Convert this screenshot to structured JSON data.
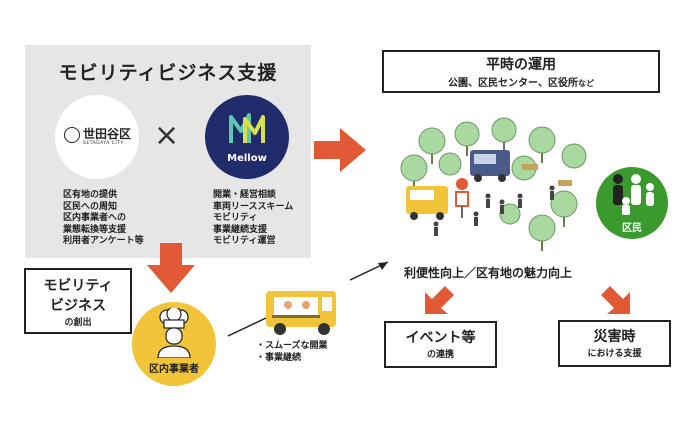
{
  "support": {
    "title": "モビリティビジネス支援",
    "setagaya": {
      "name": "世田谷区",
      "sub": "SETAGAYA CITY",
      "items": [
        "区有地の提供",
        "区民への周知",
        "区内事業者への",
        "業態転換等支援",
        "利用者アンケート等"
      ]
    },
    "times": "×",
    "mellow": {
      "name": "Mellow",
      "items": [
        "開業・経営相談",
        "車両リーススキーム",
        "モビリティ",
        "事業継続支援",
        "モビリティ運営"
      ]
    }
  },
  "creation": {
    "line1": "モビリティ",
    "line2": "ビジネス",
    "line3": "の創出"
  },
  "operator": {
    "label": "区内事業者"
  },
  "business": {
    "items": [
      "・スムーズな開業",
      "・事業継続"
    ]
  },
  "normal": {
    "title": "平時の運用",
    "sub": "公園、区民センター、区役所",
    "sub_suffix": "など"
  },
  "residents": {
    "label": "区民"
  },
  "benefit": "利便性向上／区有地の魅力向上",
  "event": {
    "title": "イベント等",
    "sub": "の連携"
  },
  "disaster": {
    "title": "災害時",
    "sub": "における支援"
  },
  "colors": {
    "arrow": "#e15a35",
    "mellow": "#1f2b6b",
    "operator": "#f2c43a",
    "residents": "#3b9a2e",
    "tree": "#a9d9a1",
    "panel": "#e6e6e6"
  }
}
